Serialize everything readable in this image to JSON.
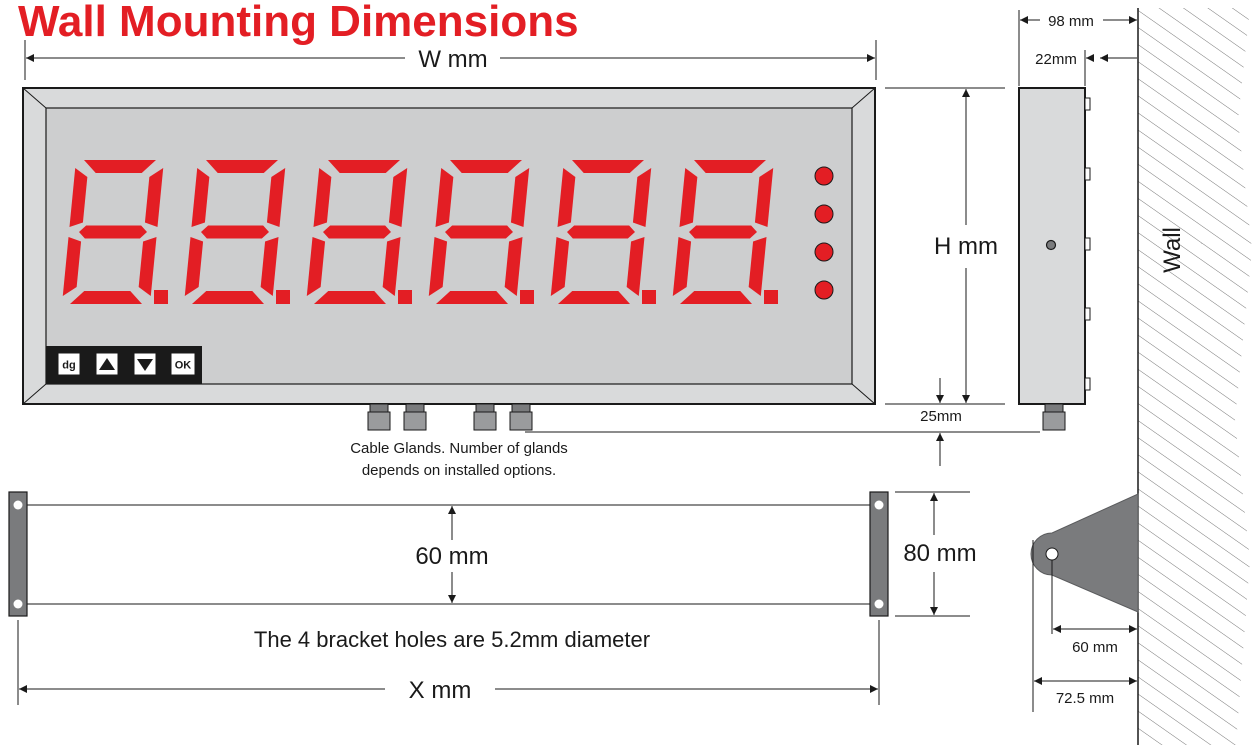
{
  "title": "Wall Mounting Dimensions",
  "front_view": {
    "width_label": "W mm",
    "height_label": "H mm",
    "digits": [
      "8.",
      "8.",
      "8.",
      "8.",
      "8.",
      "8."
    ],
    "indicator_count": 4,
    "buttons": [
      {
        "name": "dg-button",
        "label": "dg"
      },
      {
        "name": "up-button",
        "label": "",
        "icon": "triangle-up-icon"
      },
      {
        "name": "down-button",
        "label": "",
        "icon": "triangle-down-icon"
      },
      {
        "name": "ok-button",
        "label": "OK"
      }
    ],
    "gland_clearance_label": "25mm",
    "cable_gland_note_line1": "Cable Glands. Number of glands",
    "cable_gland_note_line2": "depends on installed options."
  },
  "side_view": {
    "depth_label": "98 mm",
    "offset_label": "22mm",
    "wall_label": "Wall"
  },
  "bracket": {
    "inner_label": "60 mm",
    "outer_label": "80 mm",
    "width_label": "X mm",
    "hole_note": "The 4 bracket holes are 5.2mm diameter",
    "side_60_label": "60 mm",
    "side_72_label": "72.5 mm"
  },
  "colors": {
    "title": "#e31e24",
    "segment": "#e31e24",
    "face": "#cdcecf",
    "frame": "#d9dadb",
    "dark": "#1a1a1a",
    "steel": "#7a7b7d"
  }
}
